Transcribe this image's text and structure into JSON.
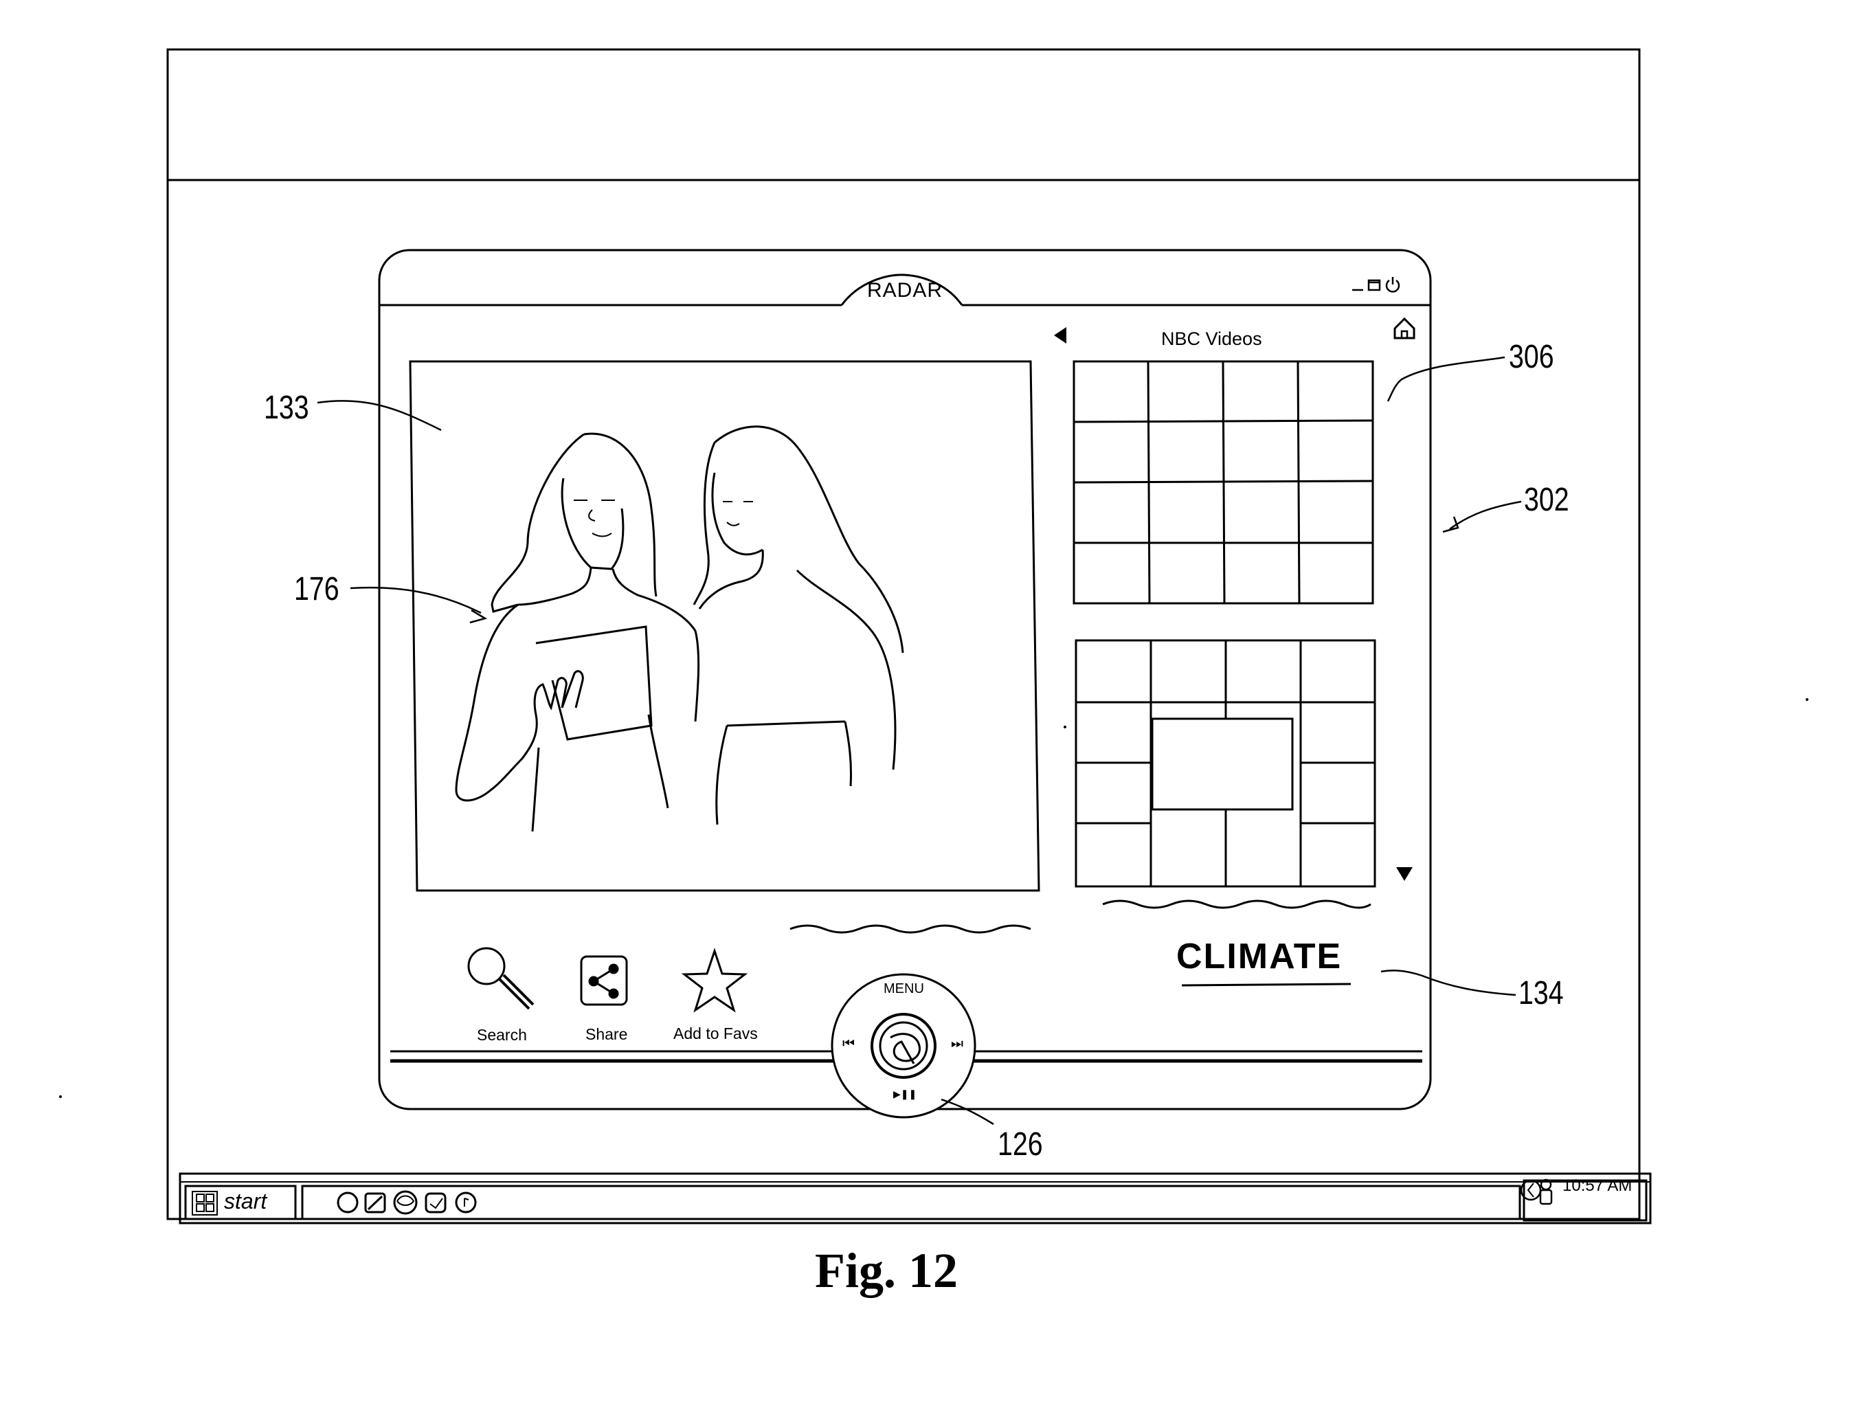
{
  "app": {
    "title": "RADAR",
    "window_controls": {
      "minimize": "minimize-icon",
      "maximize": "maximize-icon",
      "power": "power-icon"
    }
  },
  "browse_panel": {
    "title": "NBC Videos",
    "back_icon": "triangle-left-icon",
    "home_icon": "home-icon",
    "scroll_down_icon": "triangle-down-icon"
  },
  "actions": [
    {
      "label": "Search",
      "icon": "magnifier-icon"
    },
    {
      "label": "Share",
      "icon": "share-icon"
    },
    {
      "label": "Add to Favs",
      "icon": "star-icon"
    }
  ],
  "player_control": {
    "menu_label": "MENU",
    "prev_glyph": "⏮",
    "next_glyph": "⏭",
    "play_pause_glyph": "▶❚❚"
  },
  "category_label": "CLIMATE",
  "taskbar": {
    "start_label": "start",
    "clock": "10:57 AM"
  },
  "reference_numerals": {
    "video": "133",
    "person": "176",
    "grid": "306",
    "window": "302",
    "category": "134",
    "control": "126"
  },
  "caption": "Fig. 12"
}
